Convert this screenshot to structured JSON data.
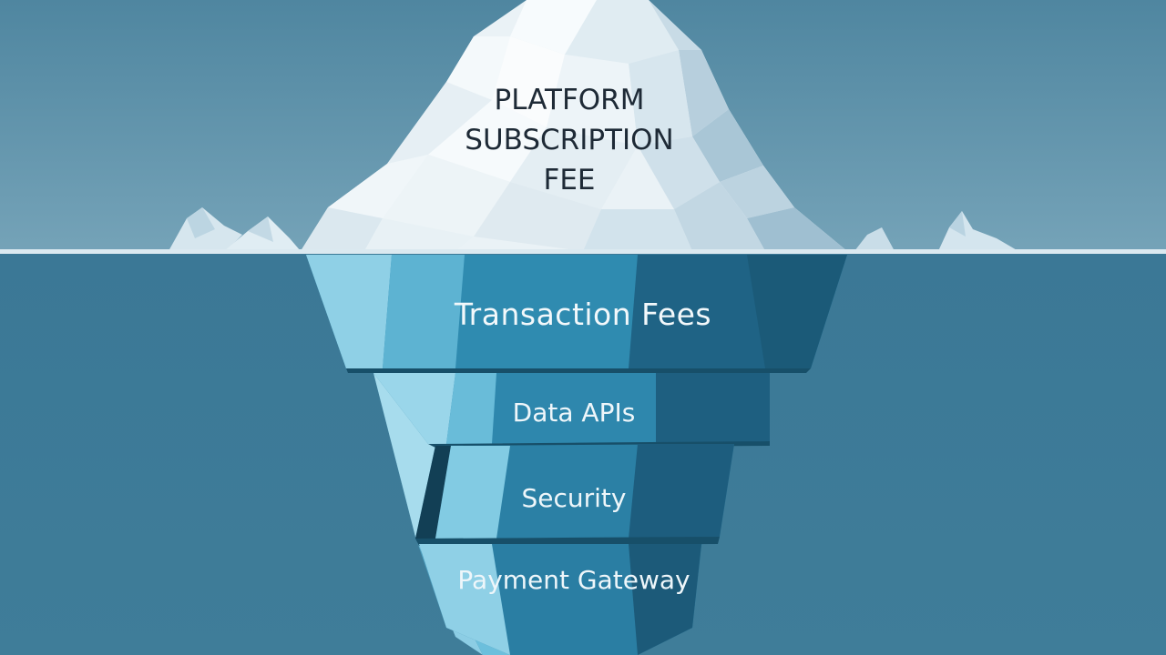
{
  "tiers": {
    "tip": {
      "line1": "PLATFORM",
      "line2": "SUBSCRIPTION",
      "line3": "FEE"
    },
    "layer1": "Transaction Fees",
    "layer2": "Data APIs",
    "layer3": "Security",
    "layer4": "Payment Gateway"
  },
  "colors": {
    "sky": "#5e90a9",
    "water": "#3f7b97",
    "ice_light": "#eef5f8",
    "ice_deep": "#1f5c7a"
  }
}
